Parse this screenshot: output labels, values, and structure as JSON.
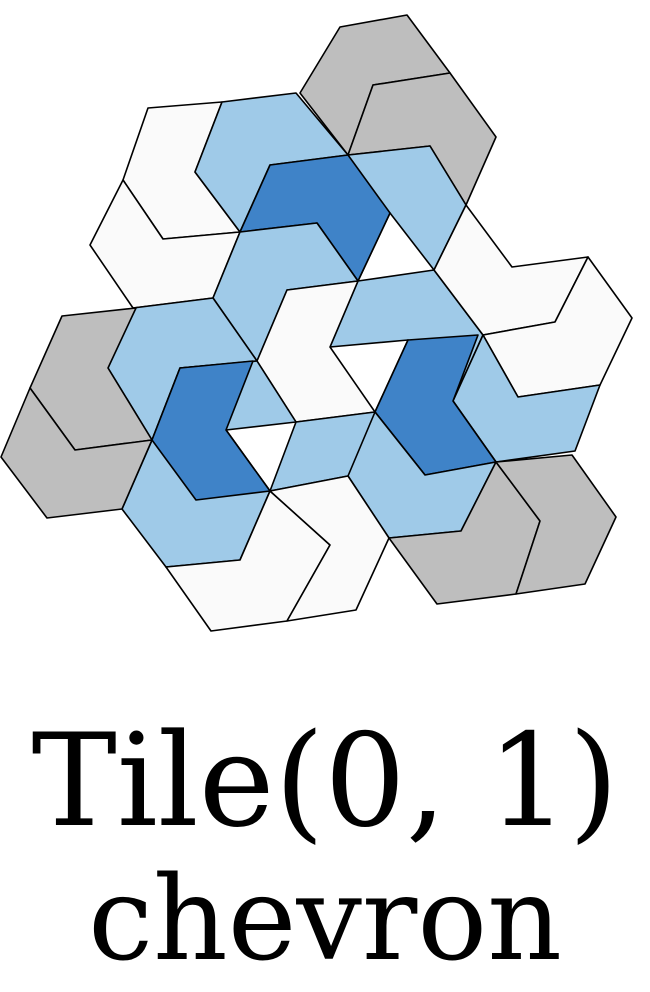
{
  "colors": {
    "white": "#fafafa",
    "light_blue": "#9fcae8",
    "dark_blue": "#3f83c8",
    "gray": "#bebebe",
    "outline": "#000000"
  },
  "tiles": [
    {
      "fill": "gray"
    },
    {
      "fill": "gray"
    },
    {
      "fill": "white"
    },
    {
      "fill": "white"
    },
    {
      "fill": "light_blue"
    },
    {
      "fill": "light_blue"
    },
    {
      "fill": "dark_blue"
    },
    {
      "fill": "light_blue"
    },
    {
      "fill": "light_blue"
    },
    {
      "fill": "light_blue"
    },
    {
      "fill": "white"
    },
    {
      "fill": "white"
    },
    {
      "fill": "white"
    },
    {
      "fill": "light_blue"
    },
    {
      "fill": "light_blue"
    },
    {
      "fill": "dark_blue"
    },
    {
      "fill": "light_blue"
    },
    {
      "fill": "light_blue"
    },
    {
      "fill": "light_blue"
    },
    {
      "fill": "dark_blue"
    },
    {
      "fill": "light_blue"
    },
    {
      "fill": "gray"
    },
    {
      "fill": "gray"
    },
    {
      "fill": "gray"
    },
    {
      "fill": "gray"
    },
    {
      "fill": "white"
    },
    {
      "fill": "white"
    }
  ],
  "caption": {
    "title": "Tile(0, 1)",
    "subtitle": "chevron"
  }
}
